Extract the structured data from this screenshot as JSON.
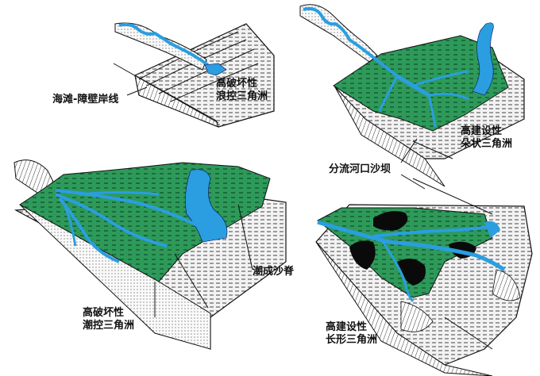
{
  "figure": {
    "panels": [
      {
        "id": "wave",
        "title_line1": "高破坏性",
        "title_line2": "浪控三角洲",
        "callout": "海滩-障壁岸线"
      },
      {
        "id": "lobate",
        "title_line1": "高建设性",
        "title_line2": "朵状三角洲"
      },
      {
        "id": "tide",
        "title_line1": "高破坏性",
        "title_line2": "潮控三角洲",
        "callout": "潮成沙脊"
      },
      {
        "id": "elongate",
        "title_line1": "高建设性",
        "title_line2": "长形三角洲"
      }
    ],
    "shared_callout": "分流河口沙坝"
  },
  "colors": {
    "water": "#2a9ee0",
    "marsh": "#2e9a5a",
    "sediment": "#d8d8d8",
    "ink": "#111111",
    "dark_basin": "#0a0a0a"
  }
}
